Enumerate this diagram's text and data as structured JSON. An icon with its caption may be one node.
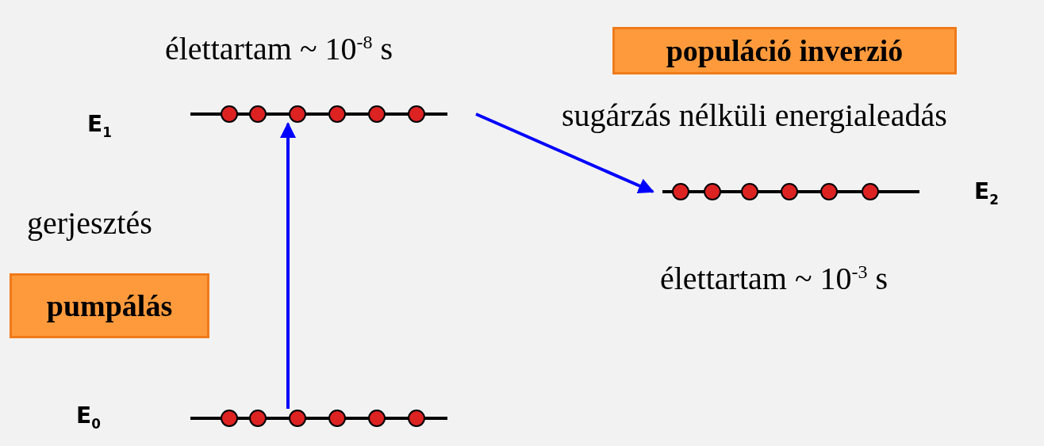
{
  "diagram": {
    "nodes": [
      {
        "text": [
          "populáció inverzió"
        ]
      },
      {
        "text": [],
        "shape": "bar",
        "beside": [
          "élettartam ~ 10$^{-8}$ s",
          "E$_{1}$"
        ]
      },
      {
        "text": [],
        "shape": "bar",
        "beside": [
          "E$_{2}$",
          "élettartam ~ 10$^{-3}$ s"
        ]
      },
      {
        "text": [
          "pumpálás"
        ]
      },
      {
        "text": [],
        "shape": "bar"
      }
    ],
    "edges": [
      {
        "from": 4,
        "to": 1,
        "arrow": "to",
        "color": "#0000ff"
      },
      {
        "from": 1,
        "to": 2,
        "arrow": "to",
        "color": "#0000ff"
      }
    ],
    "labels": [
      "sugárzás nélküli energialeadás",
      "gerjesztés",
      "E$_{0}$"
    ]
  }
}
